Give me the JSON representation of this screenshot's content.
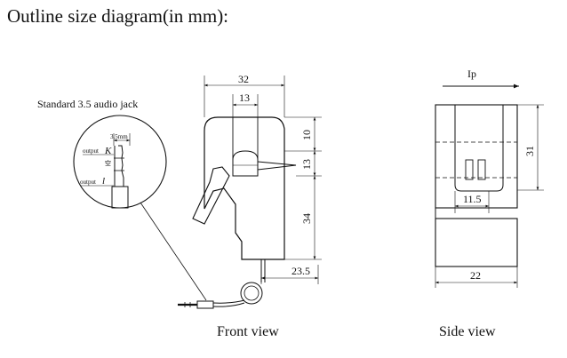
{
  "title": "Outline size diagram(in mm):",
  "jack_label": "Standard 3.5 audio jack",
  "jack_size": "3.5mm",
  "output_k": "output",
  "k_letter": "K",
  "mid_mark": "空",
  "output_l": "output",
  "l_letter": "l",
  "dims": {
    "d32": "32",
    "d13_top": "13",
    "d10": "10",
    "d13_side": "13",
    "d34": "34",
    "d23_5": "23.5",
    "d31": "31",
    "d11_5": "11.5",
    "d22": "22"
  },
  "ip_label": "Ip",
  "front_caption": "Front view",
  "side_caption": "Side view"
}
